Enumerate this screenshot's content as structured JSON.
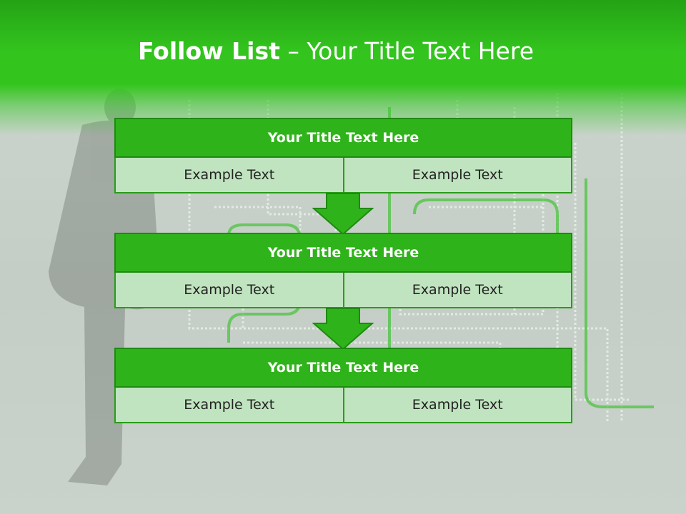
{
  "slide": {
    "title_bold": "Follow List",
    "title_rest": "– Your Title Text Here"
  },
  "blocks": [
    {
      "title": "Your Title Text Here",
      "left": "Example Text",
      "right": "Example Text"
    },
    {
      "title": "Your Title Text Here",
      "left": "Example Text",
      "right": "Example Text"
    },
    {
      "title": "Your Title Text Here",
      "left": "Example Text",
      "right": "Example Text"
    }
  ],
  "colors": {
    "header_green": "#33c41e",
    "title_box_green": "#2fb31a",
    "cell_light_green": "#c0e4bf",
    "background_gray": "#c7d1c9"
  },
  "icons": [
    "down-arrow-icon"
  ]
}
